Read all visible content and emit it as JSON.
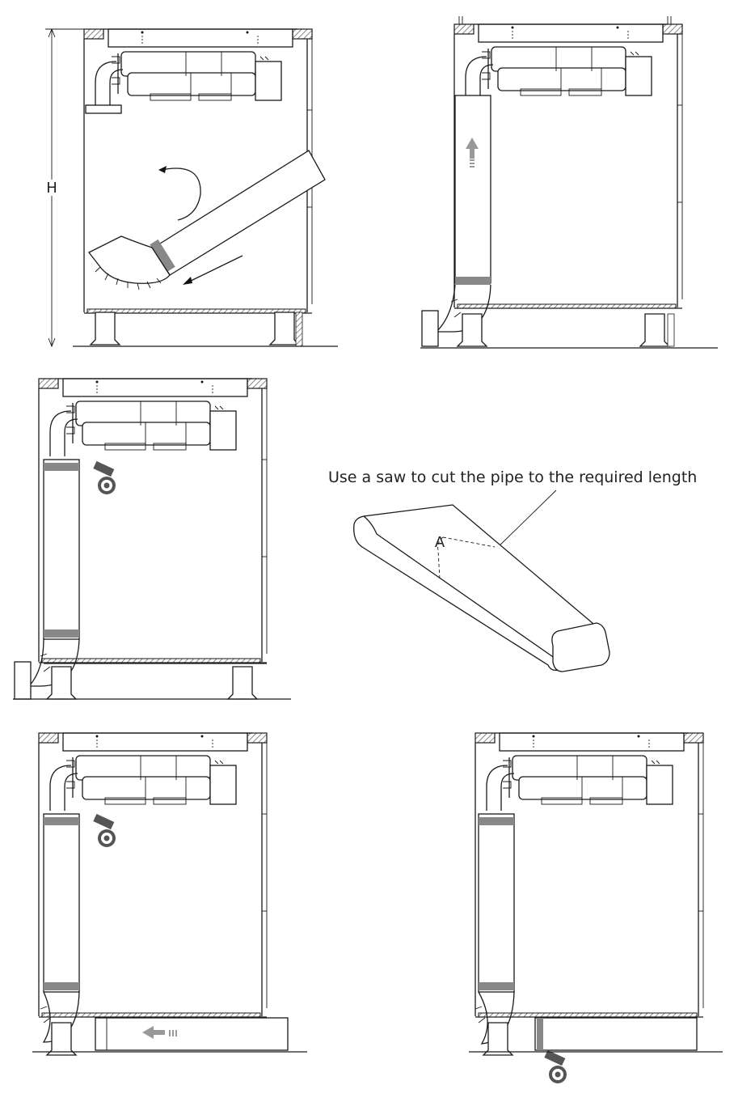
{
  "labels": {
    "height": "H",
    "cut_instruction": "Use a saw to cut the pipe to the required length",
    "pipe_marker": "A"
  },
  "panels": [
    {
      "id": "step-1-rotate-elbow"
    },
    {
      "id": "step-2-push-duct-up"
    },
    {
      "id": "step-3-tape-joints"
    },
    {
      "id": "step-4-cut-pipe"
    },
    {
      "id": "step-5-insert-plinth-duct"
    },
    {
      "id": "step-6-tape-plinth-joint"
    }
  ],
  "colors": {
    "line": "#1a1a1a",
    "tape": "#8a8a8a",
    "hatch": "#555555",
    "arrow": "#9a9a9a"
  }
}
